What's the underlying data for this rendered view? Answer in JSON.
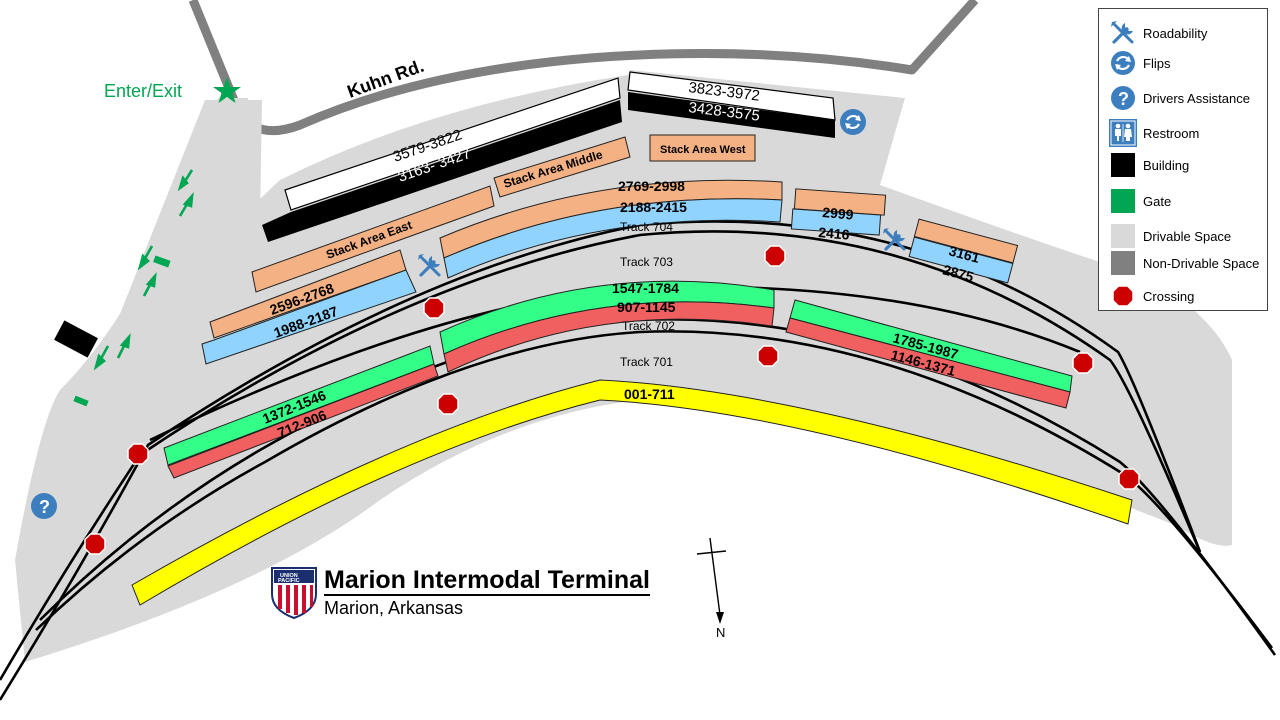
{
  "entry_label": "Enter/Exit",
  "road_label": "Kuhn Rd.",
  "north_label": "N",
  "title": "Marion Intermodal Terminal",
  "subtitle": "Marion, Arkansas",
  "logo_text_top": "UNION",
  "logo_text_bottom": "PACIFIC",
  "colors": {
    "drivable": "#d9d9d9",
    "non_drivable": "#808080",
    "building": "#000000",
    "gate": "#00a651",
    "stack": "#f4b183",
    "blue_rows": "#8fd3fe",
    "green_rows": "#33ff88",
    "red_rows": "#f06060",
    "yellow_rows": "#ffff00",
    "crossing": "#cc0000",
    "icon_blue": "#3d7ebf"
  },
  "tracks": {
    "t701": "Track 701",
    "t702": "Track 702",
    "t703": "Track 703",
    "t704": "Track 704"
  },
  "stack_areas": {
    "east": "Stack Area East",
    "middle": "Stack Area Middle",
    "west": "Stack Area West"
  },
  "rows": {
    "r3823": "3823-3972",
    "r3428": "3428-3575",
    "r3579": "3579-3822",
    "r3163": "3163- 3427",
    "r2769": "2769-2998",
    "r2188": "2188-2415",
    "r2596": "2596-2768",
    "r1988": "1988-2187",
    "r2999": "2999",
    "r2416": "2416",
    "r3161": "3161",
    "r2875": "2875",
    "r1547": "1547-1784",
    "r907": "907-1145",
    "r1372": "1372-1546",
    "r712": "712-906",
    "r1785": "1785-1987",
    "r1146": "1146-1371",
    "r001": "001-711"
  },
  "legend": [
    {
      "icon": "wrench-icon",
      "label": "Roadability"
    },
    {
      "icon": "flip-arrows-icon",
      "label": "Flips"
    },
    {
      "icon": "question-icon",
      "label": "Drivers Assistance"
    },
    {
      "icon": "restroom-icon",
      "label": "Restroom"
    },
    {
      "icon": "building-swatch",
      "label": "Building"
    },
    {
      "icon": "gate-swatch",
      "label": "Gate"
    },
    {
      "icon": "drivable-swatch",
      "label": "Drivable  Space"
    },
    {
      "icon": "non-drivable-swatch",
      "label": "Non-Drivable  Space"
    },
    {
      "icon": "crossing-icon",
      "label": "Crossing"
    }
  ]
}
